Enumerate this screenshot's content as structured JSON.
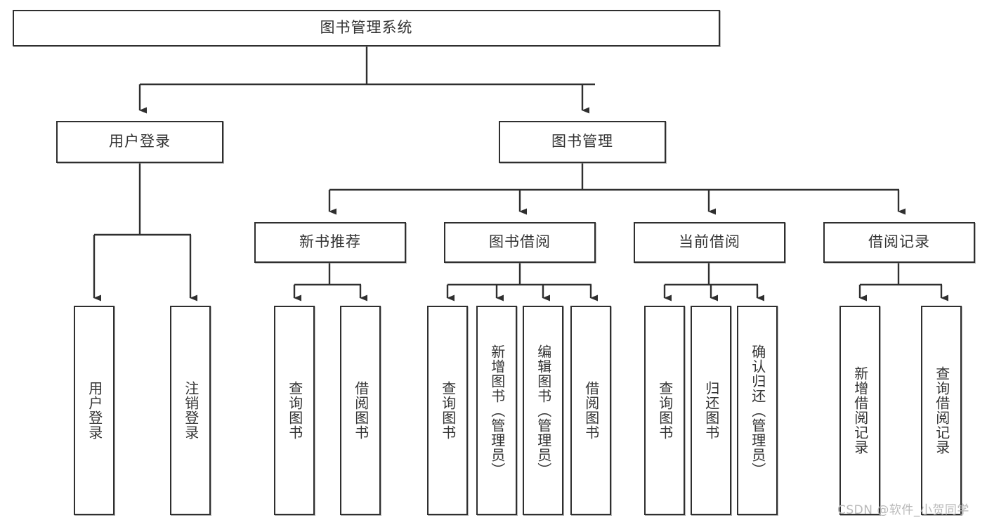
{
  "diagram": {
    "title": "图书管理系统",
    "type": "tree-hierarchy",
    "root": {
      "id": "root",
      "label": "图书管理系统"
    },
    "level2": [
      {
        "id": "user-login",
        "label": "用户登录"
      },
      {
        "id": "book-management",
        "label": "图书管理"
      }
    ],
    "level3": [
      {
        "id": "new-book-recommend",
        "label": "新书推荐",
        "parent": "book-management"
      },
      {
        "id": "book-borrow",
        "label": "图书借阅",
        "parent": "book-management"
      },
      {
        "id": "current-borrow",
        "label": "当前借阅",
        "parent": "book-management"
      },
      {
        "id": "borrow-record",
        "label": "借阅记录",
        "parent": "book-management"
      }
    ],
    "leaves": {
      "user_login": [
        {
          "id": "leaf-user-login",
          "label": "用户登录"
        },
        {
          "id": "leaf-user-logout",
          "label": "注销登录"
        }
      ],
      "new_book_recommend": [
        {
          "id": "leaf-query-book-1",
          "label": "查询图书"
        },
        {
          "id": "leaf-borrow-book-1",
          "label": "借阅图书"
        }
      ],
      "book_borrow": [
        {
          "id": "leaf-query-book-2",
          "label": "查询图书"
        },
        {
          "id": "leaf-add-book",
          "label": "新增图书（管理员）"
        },
        {
          "id": "leaf-edit-book",
          "label": "编辑图书（管理员）"
        },
        {
          "id": "leaf-borrow-book-2",
          "label": "借阅图书"
        }
      ],
      "current_borrow": [
        {
          "id": "leaf-query-book-3",
          "label": "查询图书"
        },
        {
          "id": "leaf-return-book",
          "label": "归还图书"
        },
        {
          "id": "leaf-confirm-return",
          "label": "确认归还（管理员）"
        }
      ],
      "borrow_record": [
        {
          "id": "leaf-add-record",
          "label": "新增借阅记录"
        },
        {
          "id": "leaf-query-record",
          "label": "查询借阅记录"
        }
      ]
    }
  },
  "watermark": {
    "text": "CSDN @软件_小贺同学"
  },
  "colors": {
    "border": "#2f2f2f",
    "text": "#333333",
    "background": "#ffffff",
    "watermark": "#b9b9b9"
  }
}
